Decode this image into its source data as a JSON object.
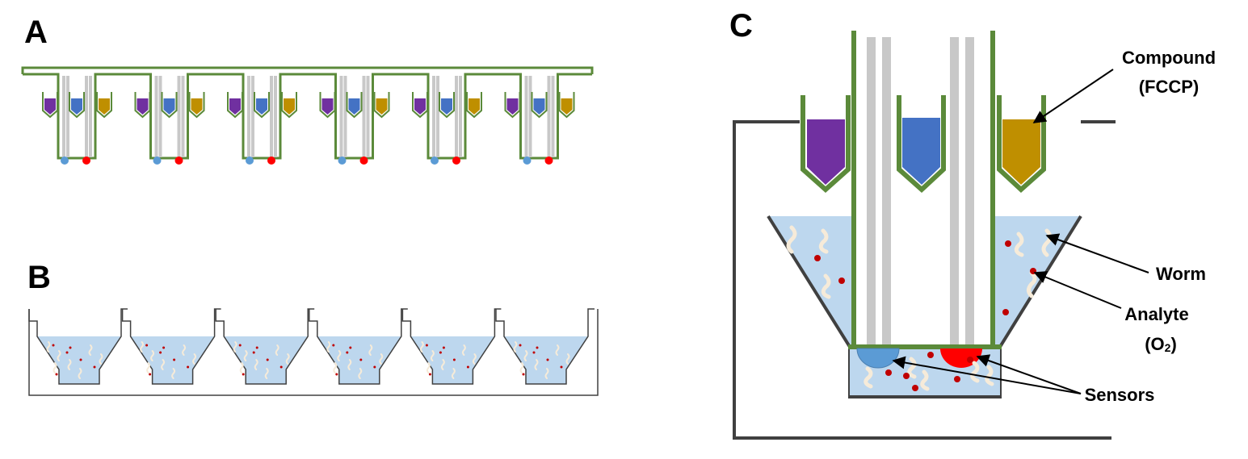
{
  "panels": {
    "a": "A",
    "b": "B",
    "c": "C"
  },
  "labels": {
    "compound_l1": "Compound",
    "compound_l2": "(FCCP)",
    "worm": "Worm",
    "analyte_l1": "Analyte",
    "analyte_l2_open": "(O",
    "analyte_l2_sub": "2",
    "analyte_l2_close": ")",
    "sensors": "Sensors"
  },
  "colors": {
    "probe_green": "#5b8a3a",
    "port_purple": "#7030a0",
    "port_blue": "#4472c4",
    "port_gold": "#bf8f00",
    "sensor_blue": "#5b9bd5",
    "sensor_red": "#ff0000",
    "medium": "#bdd7ee",
    "worm": "#f6ebd9",
    "analyte_dot": "#c00000",
    "fiber": "#c8c8c8",
    "plate_line": "#404040"
  },
  "icons": {
    "probe": "sensor-cartridge-probe",
    "well": "microplate-well",
    "worm": "worm-icon",
    "analyte": "analyte-dot-icon",
    "sensor": "sensor-icon"
  },
  "counts": {
    "wells_panel_a": 6,
    "wells_panel_b": 6
  }
}
